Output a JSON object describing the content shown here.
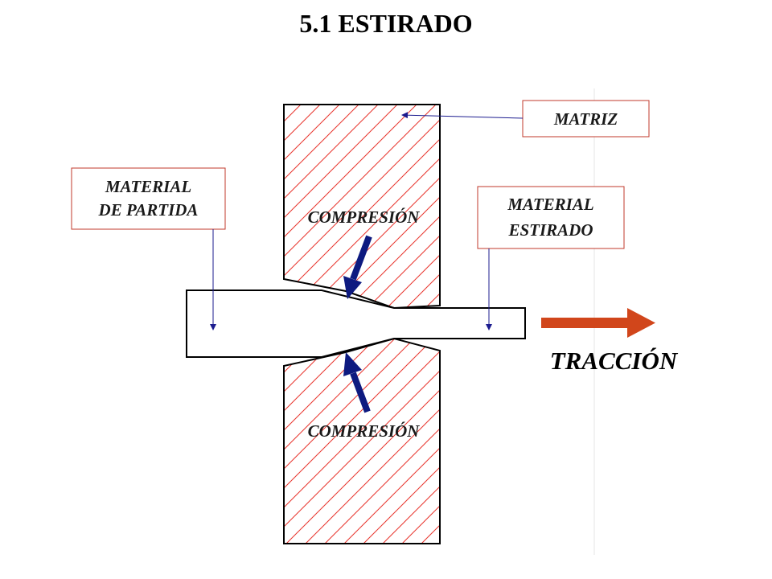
{
  "title": "5.1  ESTIRADO",
  "labels": {
    "matriz": "MATRIZ",
    "material_partida_line1": "MATERIAL",
    "material_partida_line2": "DE PARTIDA",
    "material_estirado_line1": "MATERIAL",
    "material_estirado_line2": "ESTIRADO",
    "compresion_top": "COMPRESIÓN",
    "compresion_bottom": "COMPRESIÓN",
    "traccion": "TRACCIÓN"
  },
  "colors": {
    "hatch": "#e8332b",
    "outline": "#000000",
    "label_box_border": "#c0392b",
    "pointer_line": "#1c1c8f",
    "compression_arrow": "#0d1a80",
    "traction_arrow": "#d1461b"
  }
}
